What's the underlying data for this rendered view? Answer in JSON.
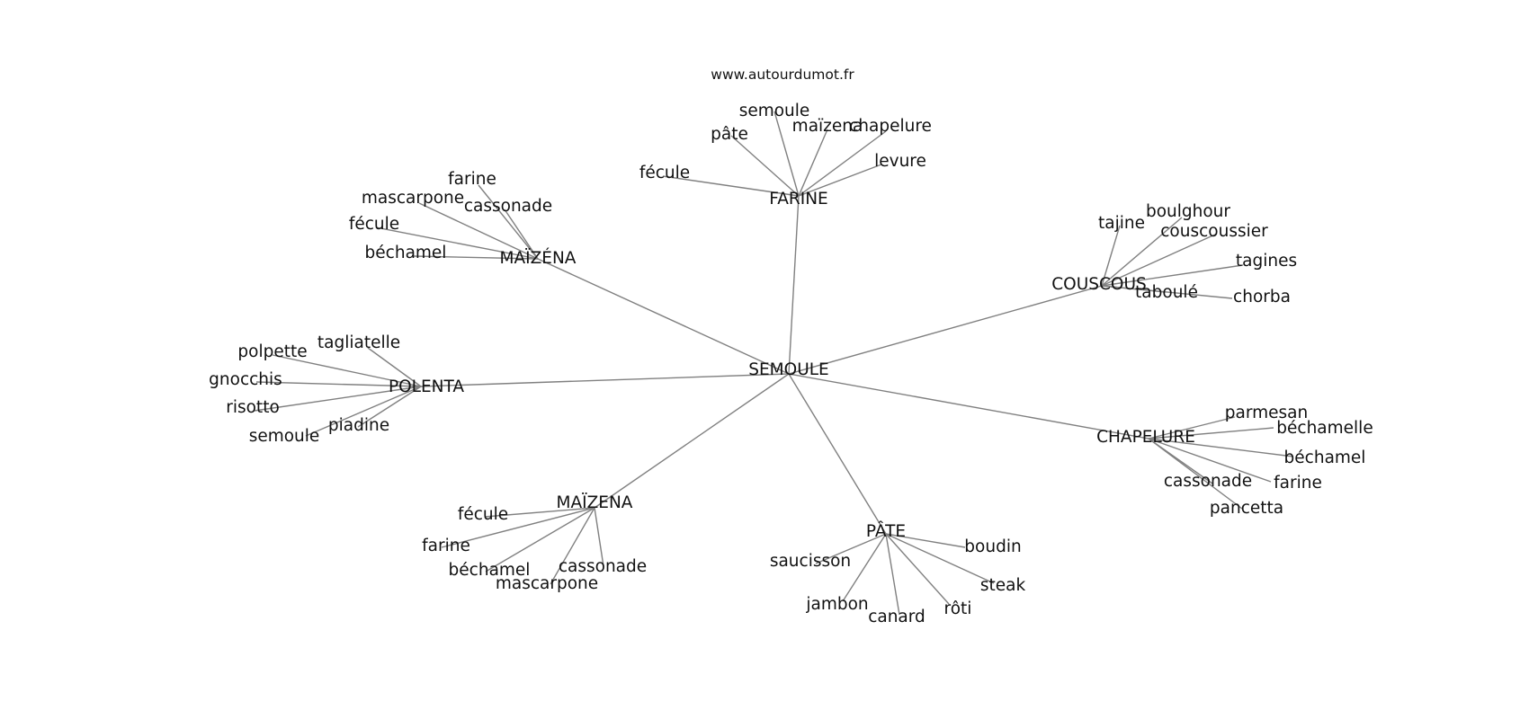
{
  "source": "www.autourdumot.fr",
  "center": "SEMOULE",
  "clusters": [
    {
      "id": "farine",
      "label": "FARINE",
      "leaves": [
        "fécule",
        "pâte",
        "semoule",
        "maïzena",
        "chapelure",
        "levure"
      ]
    },
    {
      "id": "maizena-top",
      "label": "MAÏZÉNA",
      "leaves": [
        "farine",
        "mascarpone",
        "cassonade",
        "fécule",
        "béchamel"
      ]
    },
    {
      "id": "couscous",
      "label": "COUSCOUS",
      "leaves": [
        "tajine",
        "boulghour",
        "couscoussier",
        "tagines",
        "taboulé",
        "chorba"
      ]
    },
    {
      "id": "polenta",
      "label": "POLENTA",
      "leaves": [
        "tagliatelle",
        "polpette",
        "gnocchis",
        "risotto",
        "semoule",
        "piadine"
      ]
    },
    {
      "id": "chapelure",
      "label": "CHAPELURE",
      "leaves": [
        "parmesan",
        "béchamelle",
        "béchamel",
        "farine",
        "cassonade",
        "pancetta"
      ]
    },
    {
      "id": "maizena-bottom",
      "label": "MAÏZENA",
      "leaves": [
        "fécule",
        "farine",
        "béchamel",
        "mascarpone",
        "cassonade"
      ]
    },
    {
      "id": "pate",
      "label": "PÂTE",
      "leaves": [
        "saucisson",
        "boudin",
        "jambon",
        "canard",
        "rôti",
        "steak"
      ]
    }
  ],
  "colors": {
    "edge": "#808080",
    "text": "#111111",
    "background": "#ffffff"
  }
}
